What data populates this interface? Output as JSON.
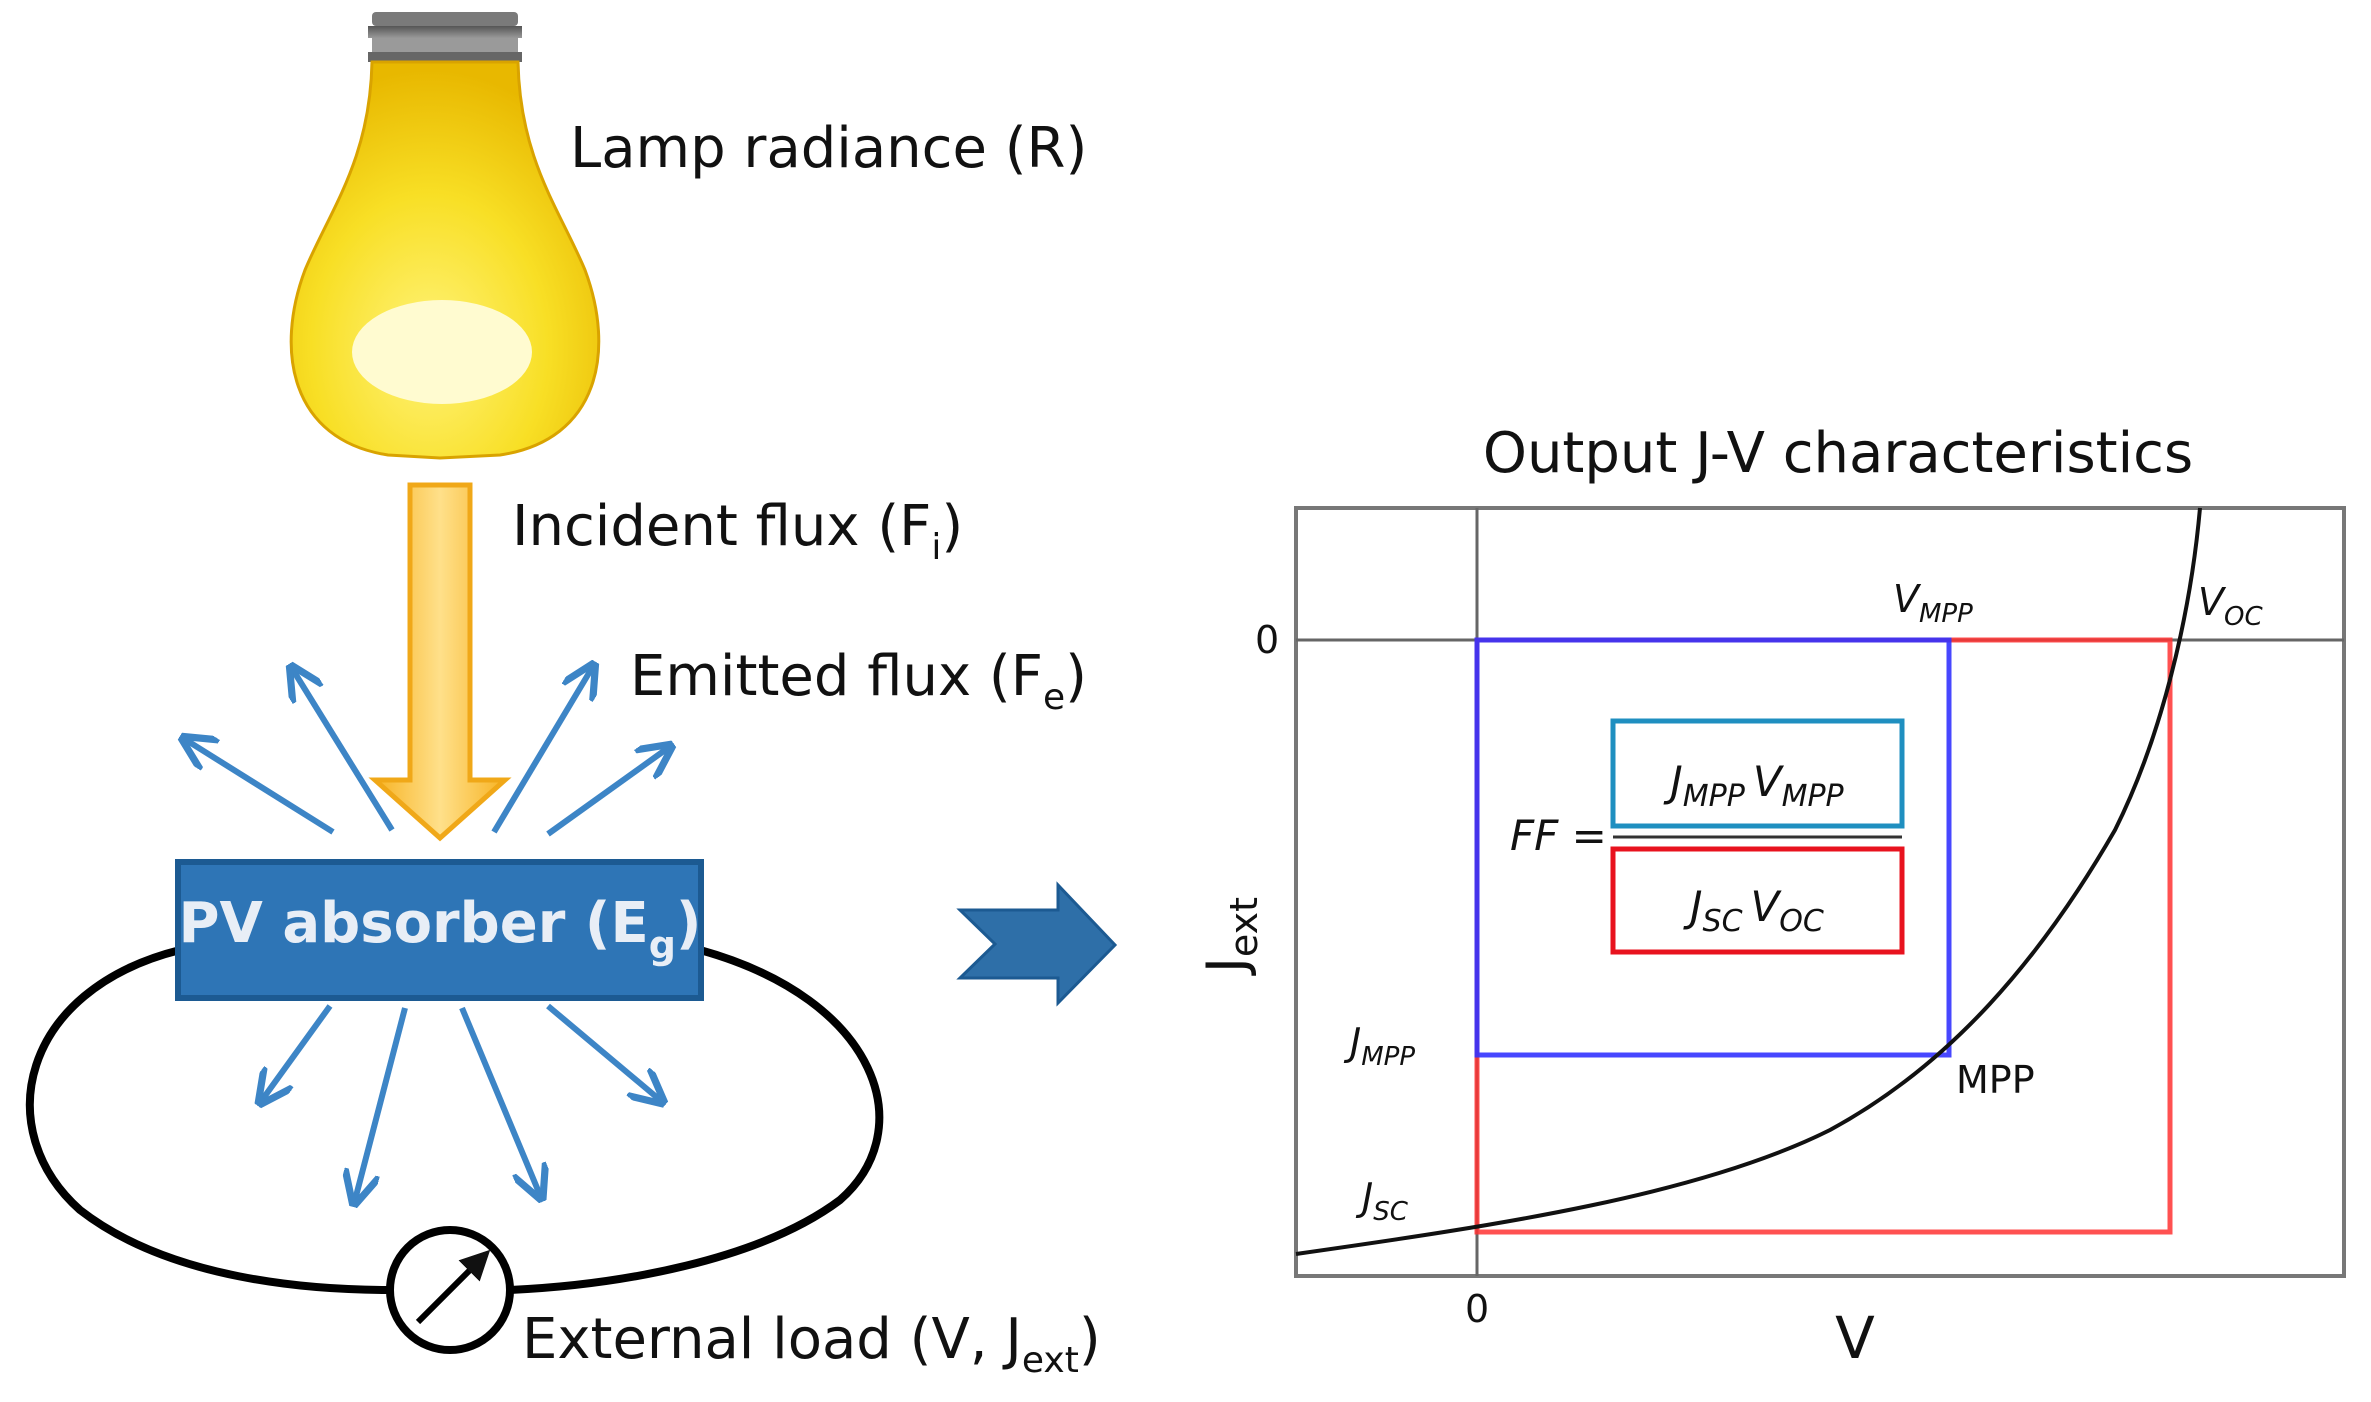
{
  "left": {
    "lamp_label": {
      "text": "Lamp radiance (R)"
    },
    "incident_label": {
      "text": "Incident flux (F",
      "sub": "i",
      "tail": ")"
    },
    "emitted_label": {
      "text": "Emitted flux (F",
      "sub": "e",
      "tail": ")"
    },
    "absorber_label": {
      "text": "PV absorber (E",
      "sub": "g",
      "tail": ")"
    },
    "load_label": {
      "text": "External load (V, J",
      "sub": "ext",
      "tail": ")"
    }
  },
  "right": {
    "title": "Output J-V characteristics",
    "y_axis_label": {
      "main": "J",
      "sub": "ext"
    },
    "x_axis_label": "V",
    "zero_y_tick": "0",
    "zero_x_tick": "0",
    "vmpp_label": {
      "main": "V",
      "sub": "MPP"
    },
    "voc_label": {
      "main": "V",
      "sub": "OC"
    },
    "jmpp_label": {
      "main": "J",
      "sub": "MPP"
    },
    "jsc_label": {
      "main": "J",
      "sub": "SC"
    },
    "mpp_label": "MPP",
    "ff_label": "FF =",
    "ff_numerator": {
      "j": "J",
      "jsub": "MPP",
      "v": "V",
      "vsub": "MPP"
    },
    "ff_denominator": {
      "j": "J",
      "jsub": "SC",
      "v": "V",
      "vsub": "OC"
    }
  },
  "colors": {
    "bulb_yellow": "#f7d51d",
    "absorber_blue": "#2e75b6",
    "arrow_blue": "#3d85c6",
    "mpp_rect_blue": "#3333ff",
    "sc_oc_rect_red": "#ff3333",
    "ff_num_box": "#1f8fc0",
    "ff_den_box": "#e8121e"
  }
}
